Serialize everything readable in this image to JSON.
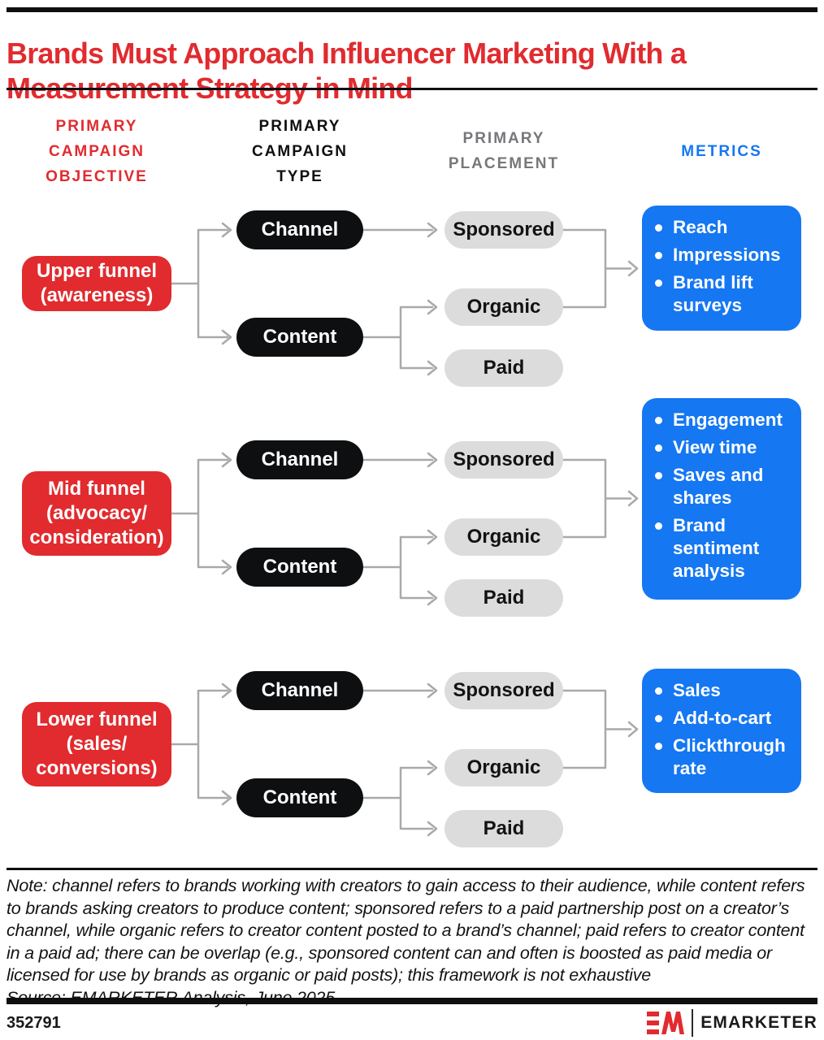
{
  "title": "Brands Must Approach Influencer Marketing With a Measurement Strategy in Mind",
  "columns": {
    "objective": "PRIMARY\nCAMPAIGN\nOBJECTIVE",
    "type": "PRIMARY\nCAMPAIGN\nTYPE",
    "placement": "PRIMARY\nPLACEMENT",
    "metrics": "METRICS"
  },
  "rows": [
    {
      "objective": "Upper funnel\n(awareness)",
      "campaign_types": [
        "Channel",
        "Content"
      ],
      "placements": [
        "Sponsored",
        "Organic",
        "Paid"
      ],
      "metrics": [
        "Reach",
        "Impressions",
        "Brand lift surveys"
      ]
    },
    {
      "objective": "Mid funnel\n(advocacy/\nconsideration)",
      "campaign_types": [
        "Channel",
        "Content"
      ],
      "placements": [
        "Sponsored",
        "Organic",
        "Paid"
      ],
      "metrics": [
        "Engagement",
        "View time",
        "Saves and shares",
        "Brand sentiment analysis"
      ]
    },
    {
      "objective": "Lower funnel\n(sales/\nconversions)",
      "campaign_types": [
        "Channel",
        "Content"
      ],
      "placements": [
        "Sponsored",
        "Organic",
        "Paid"
      ],
      "metrics": [
        "Sales",
        "Add-to-cart",
        "Clickthrough rate"
      ]
    }
  ],
  "note": "Note: channel refers to brands working with creators to gain access to their audience, while content refers to brands asking creators to produce content; sponsored refers to a paid partnership post on a creator’s channel, while organic refers to creator content posted to a brand’s channel; paid refers to creator content in a paid ad; there can be overlap (e.g., sponsored content can and often is boosted as paid media or licensed for use by brands as organic or paid posts); this framework is not exhaustive",
  "source": "Source: EMARKETER Analysis, June 2025",
  "footer": {
    "chart_id": "352791",
    "brand": "EMARKETER"
  },
  "colors": {
    "red": "#e12b2f",
    "blue": "#1577f2",
    "black": "#0e0f10",
    "pill_gray": "#dcdcdc",
    "line_gray": "#a9a9a9",
    "placement_header_gray": "#76777a"
  }
}
